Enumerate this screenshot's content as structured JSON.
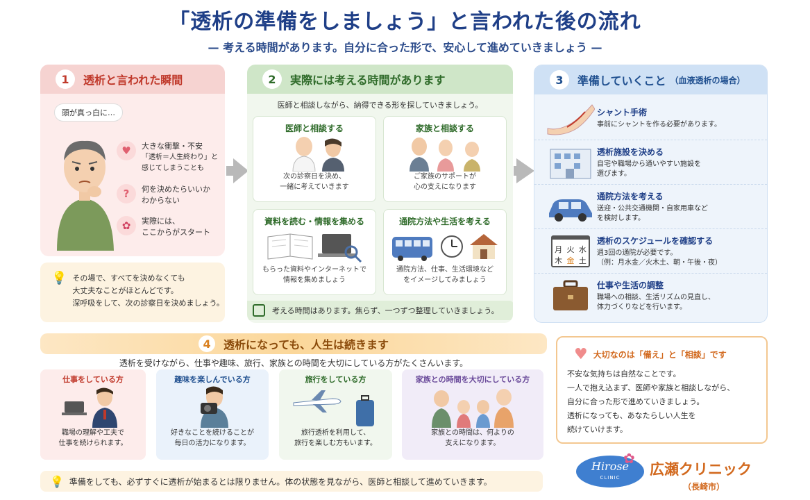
{
  "header": {
    "title": "「透析の準備をしましょう」と言われた後の流れ",
    "subtitle": "— 考える時間があります。自分に合った形で、安心して進めていきましょう —"
  },
  "step1": {
    "number": "1",
    "title": "透析と言われた瞬間",
    "bubble": "頭が真っ白に…",
    "items": [
      {
        "line1": "大きな衝撃・不安",
        "line2": "「透析＝人生終わり」と",
        "line3": "感じてしまうことも"
      },
      {
        "line1": "何を決めたらいいか",
        "line2": "わからない"
      },
      {
        "line1": "実際には、",
        "line2": "ここからがスタート"
      }
    ],
    "tip": {
      "line1": "その場で、すべてを決めなくても",
      "line2": "大丈夫なことがほとんどです。",
      "line3": "深呼吸をして、次の診察日を決めましょう。"
    }
  },
  "step2": {
    "number": "2",
    "title": "実際には考える時間があります",
    "intro": "医師と相談しながら、納得できる形を探していきましょう。",
    "cards": [
      {
        "title": "医師と相談する",
        "line1": "次の診察日を決め、",
        "line2": "一緒に考えていきます"
      },
      {
        "title": "家族と相談する",
        "line1": "ご家族のサポートが",
        "line2": "心の支えになります"
      },
      {
        "title": "資料を読む・情報を集める",
        "line1": "もらった資料やインターネットで",
        "line2": "情報を集めましょう"
      },
      {
        "title": "通院方法や生活を考える",
        "line1": "通院方法、仕事、生活環境など",
        "line2": "をイメージしてみましょう"
      }
    ],
    "footer": "考える時間はあります。焦らず、一つずつ整理していきましょう。"
  },
  "step3": {
    "number": "3",
    "title": "準備していくこと",
    "subtitle": "（血液透析の場合）",
    "rows": [
      {
        "title": "シャント手術",
        "line1": "事前にシャントを作る必要があります。",
        "line2": "",
        "line3": ""
      },
      {
        "title": "透析施設を決める",
        "line1": "自宅や職場から通いやすい施設を",
        "line2": "選びます。",
        "line3": ""
      },
      {
        "title": "通院方法を考える",
        "line1": "送迎・公共交通機関・自家用車など",
        "line2": "を検討します。",
        "line3": ""
      },
      {
        "title": "透析のスケジュールを確認する",
        "line1": "週3回の通院が必要です。",
        "line2": "（例：月水金／火木土、朝・午後・夜）",
        "line3": ""
      },
      {
        "title": "仕事や生活の調整",
        "line1": "職場への相談、生活リズムの見直し、",
        "line2": "体力づくりなどを行います。",
        "line3": ""
      }
    ],
    "calendar": {
      "c1": "月",
      "c2": "火",
      "c3": "水",
      "c4": "木",
      "c5": "金",
      "c6": "土"
    }
  },
  "step4": {
    "number": "4",
    "title": "透析になっても、人生は続きます",
    "intro": "透析を受けながら、仕事や趣味、旅行、家族との時間を大切にしている方がたくさんいます。",
    "cards": [
      {
        "title": "仕事をしている方",
        "line1": "職場の理解や工夫で",
        "line2": "仕事を続けられます。"
      },
      {
        "title": "趣味を楽しんでいる方",
        "line1": "好きなことを続けることが",
        "line2": "毎日の活力になります。"
      },
      {
        "title": "旅行をしている方",
        "line1": "旅行透析を利用して、",
        "line2": "旅行を楽しむ方もいます。"
      },
      {
        "title": "家族との時間を大切にしている方",
        "line1": "家族との時間は、何よりの",
        "line2": "支えになります。"
      }
    ]
  },
  "important": {
    "title": "大切なのは「備え」と「相談」です",
    "lines": [
      "不安な気持ちは自然なことです。",
      "一人で抱え込まず、医師や家族と相談しながら、",
      "自分に合った形で進めていきましょう。",
      "透析になっても、あなたらしい人生を",
      "続けていけます。"
    ]
  },
  "footer_tip": "準備をしても、必ずすぐに透析が始まるとは限りません。体の状態を見ながら、医師と相談して進めていきます。",
  "clinic": {
    "logo_text": "Hirose",
    "logo_sub": "CLINIC",
    "name": "広瀬クリニック",
    "location": "（長崎市）"
  },
  "colors": {
    "title_navy": "#1f3f87",
    "step1_red": "#c0392b",
    "step2_green": "#2f6b2a",
    "step3_blue": "#1f4f8f",
    "step4_orange": "#d9801f"
  }
}
